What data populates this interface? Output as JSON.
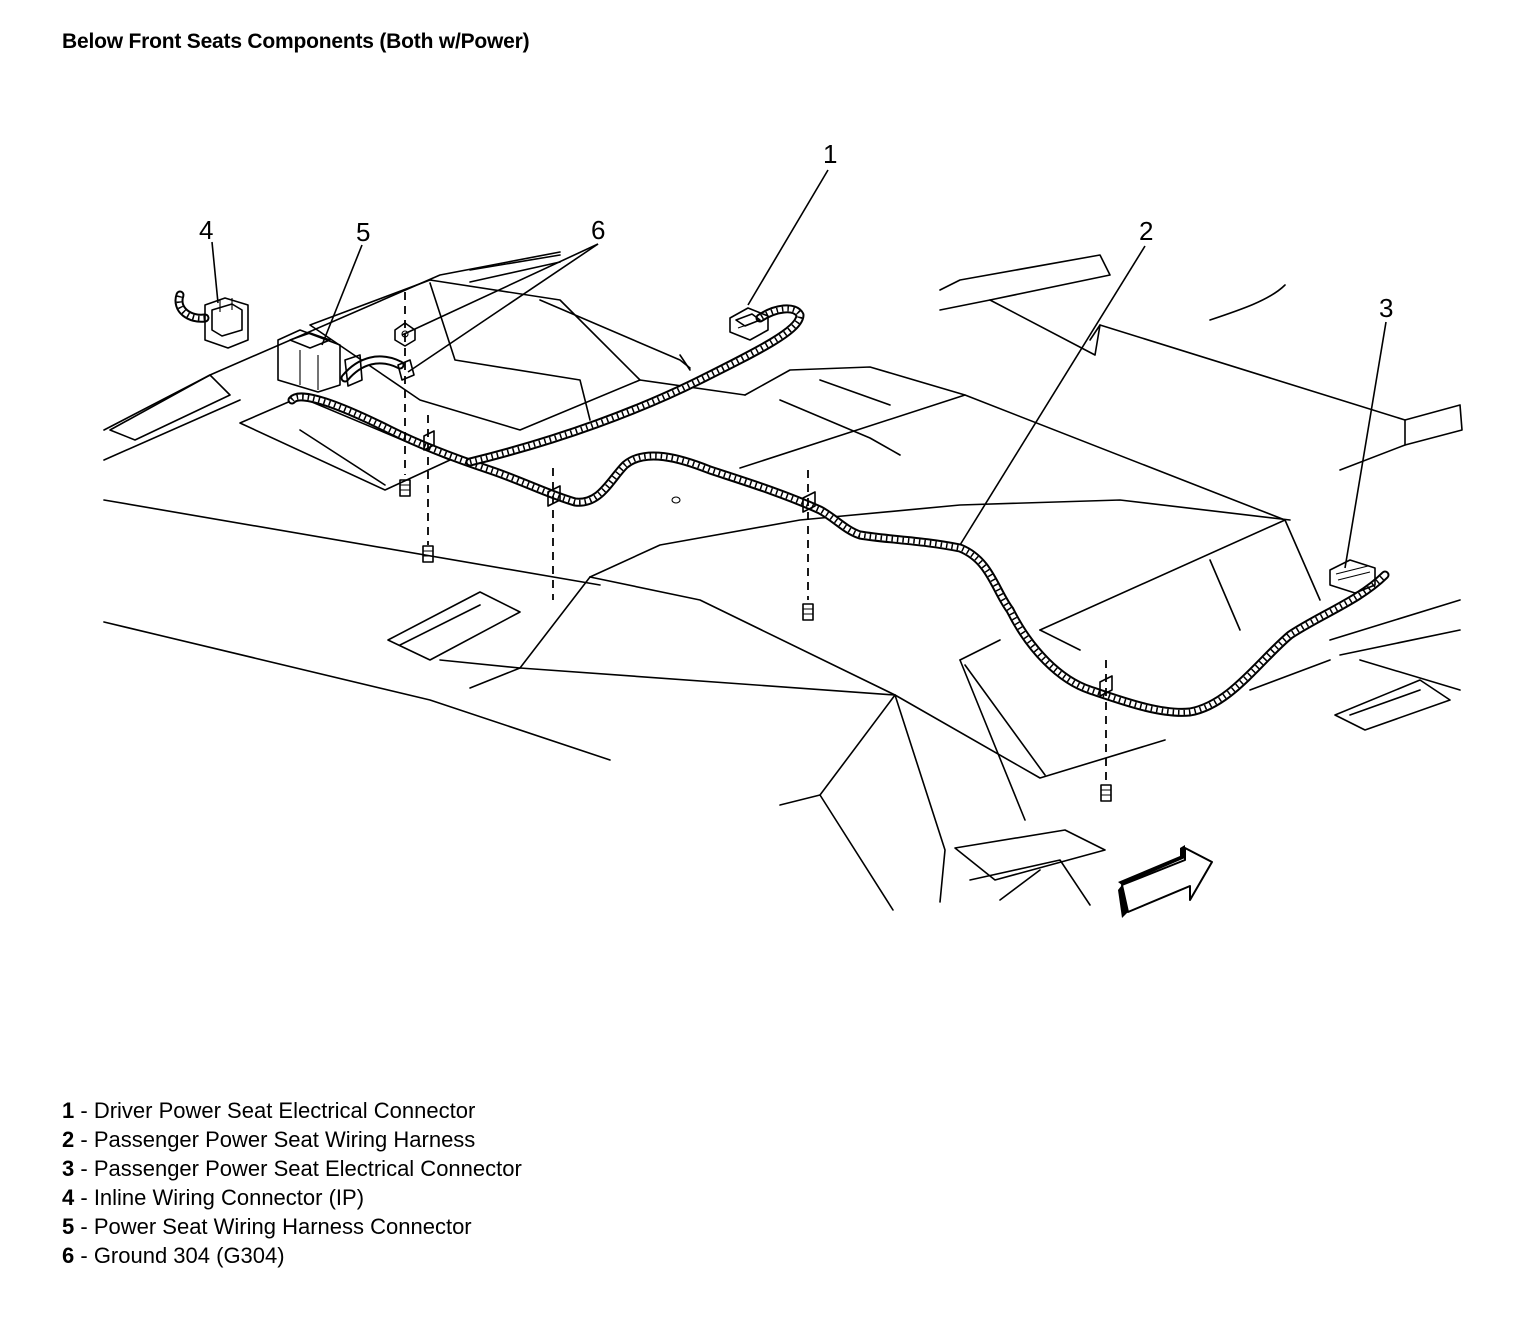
{
  "title": "Below Front Seats Components (Both w/Power)",
  "callouts": [
    {
      "num": "1"
    },
    {
      "num": "2"
    },
    {
      "num": "3"
    },
    {
      "num": "4"
    },
    {
      "num": "5"
    },
    {
      "num": "6"
    }
  ],
  "legend": [
    {
      "num": "1",
      "sep": " - ",
      "text": "Driver Power Seat Electrical Connector"
    },
    {
      "num": "2",
      "sep": " - ",
      "text": "Passenger Power Seat Wiring Harness"
    },
    {
      "num": "3",
      "sep": " - ",
      "text": "Passenger Power Seat Electrical Connector"
    },
    {
      "num": "4",
      "sep": " - ",
      "text": "Inline Wiring Connector (IP)"
    },
    {
      "num": "5",
      "sep": " - ",
      "text": "Power Seat Wiring Harness Connector"
    },
    {
      "num": "6",
      "sep": " - ",
      "text": "Ground 304 (G304)"
    }
  ]
}
